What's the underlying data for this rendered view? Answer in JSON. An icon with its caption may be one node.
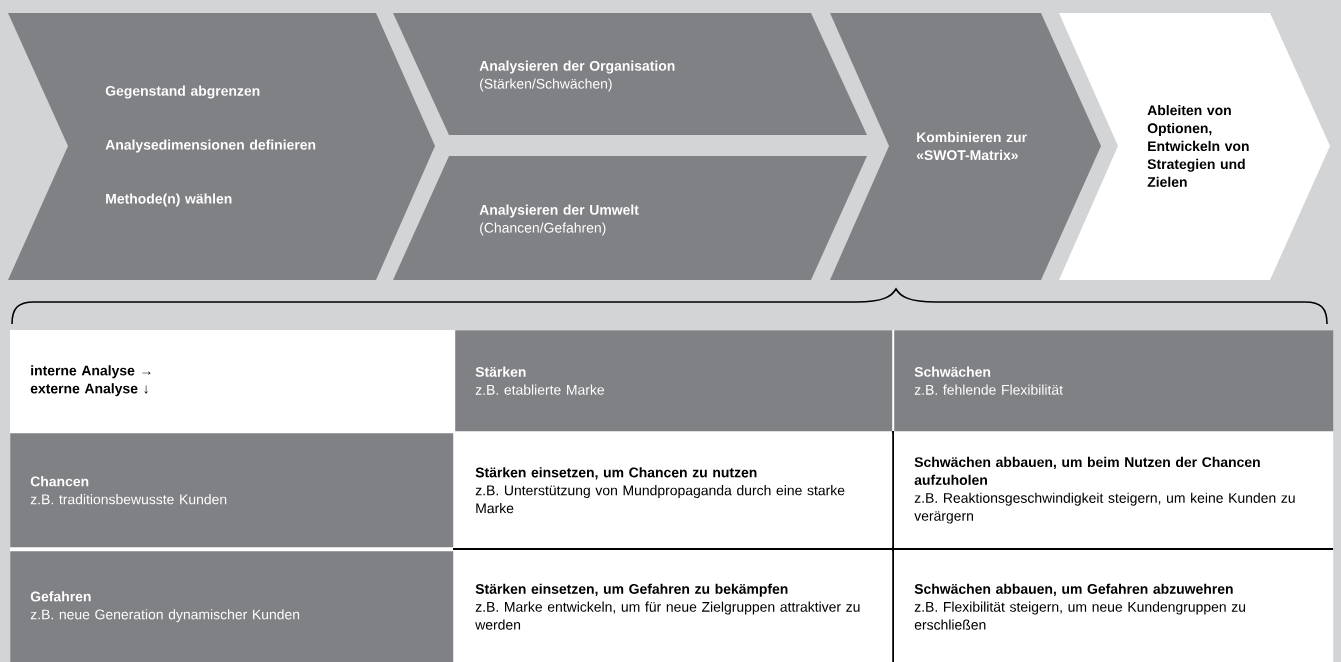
{
  "diagram": {
    "nodes": [
      {
        "text": [
          "Gegenstand abgrenzen",
          "Analysedimensionen definieren",
          "Methode(n) wählen"
        ]
      },
      {
        "text": [
          "Analysieren der Organisation",
          "(Stärken/Schwächen)"
        ]
      },
      {
        "text": [
          "Analysieren der Umwelt",
          "(Chancen/Gefahren)"
        ]
      },
      {
        "text": [
          "Kombinieren zur «SWOT-Matrix»"
        ]
      },
      {
        "text": [
          "Ableiten von Optionen, Entwickeln von Strategien und Zielen"
        ]
      },
      {
        "text": [
          "interne Analyse →",
          "externe Analyse ↓"
        ]
      },
      {
        "text": [
          "Stärken",
          "z.B. etablierte Marke"
        ]
      },
      {
        "text": [
          "Schwächen",
          "z.B. fehlende Flexibilität"
        ]
      },
      {
        "text": [
          "Chancen",
          "z.B. traditionsbewusste Kunden"
        ]
      },
      {
        "text": [
          "Stärken einsetzen, um Chancen zu nutzen",
          "z.B. Unterstützung von Mundpropaganda durch eine starke Marke"
        ]
      },
      {
        "text": [
          "Schwächen abbauen, um beim Nutzen der Chancen aufzuholen",
          "z.B. Reaktionsgeschwindigkeit steigern, um keine Kunden zu verärgern"
        ]
      },
      {
        "text": [
          "Gefahren",
          "z.B. neue Generation dynamischer Kunden"
        ]
      },
      {
        "text": [
          "Stärken einsetzen, um Gefahren zu bekämpfen",
          "z.B. Marke entwickeln, um für neue Zielgruppen attraktiver zu werden"
        ]
      },
      {
        "text": [
          "Schwächen abbauen, um Gefahren abzuwehren",
          "z.B. Flexibilität steigern, um neue Kundengruppen zu erschließen"
        ]
      }
    ]
  }
}
